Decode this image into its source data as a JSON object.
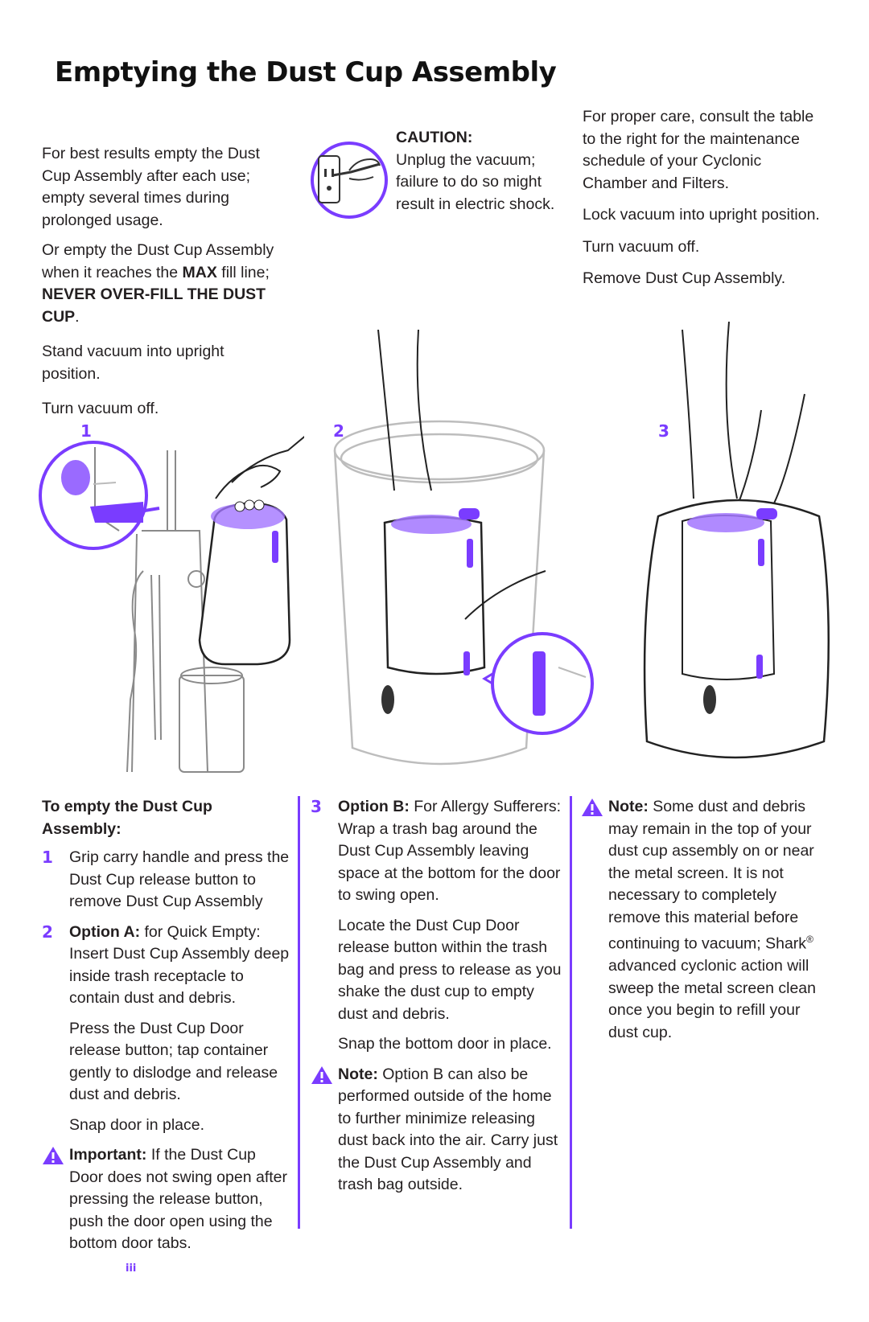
{
  "title": "Emptying the Dust Cup Assembly",
  "intro": {
    "p1": "For best results empty the Dust Cup Assembly after each use; empty several times during prolonged usage.",
    "p2_pre": "Or empty the Dust Cup Assembly when it reaches the ",
    "p2_bold": "MAX",
    "p2_post": " fill line;",
    "p2_caps": "NEVER OVER-FILL THE DUST CUP",
    "p2_end": ".",
    "p3": "Stand vacuum into upright position.",
    "p4": "Turn vacuum off."
  },
  "caution": {
    "heading": "CAUTION:",
    "text": "Unplug the vacuum; failure to do so might result in electric shock."
  },
  "right_intro": {
    "p1": "For proper care, consult the table to the right for the maintenance schedule of your Cyclonic Chamber and Filters.",
    "p2": "Lock vacuum into upright position.",
    "p3": "Turn vacuum off.",
    "p4": "Remove Dust Cup Assembly."
  },
  "figures": {
    "step1": "1",
    "step2": "2",
    "step3": "3"
  },
  "col1": {
    "heading": "To empty the Dust Cup Assembly:",
    "item1_num": "1",
    "item1": "Grip carry handle and press the Dust Cup release button to remove Dust Cup Assembly",
    "item2_num": "2",
    "item2_label": "Option A:",
    "item2_text": " for Quick Empty: Insert Dust Cup Assembly deep inside trash receptacle to contain dust and debris.",
    "item2_p2": "Press the Dust Cup Door release button; tap container gently to dislodge and release dust and debris.",
    "item2_p3": "Snap door in place.",
    "important_label": "Important:",
    "important_text": " If the Dust Cup Door does not swing open after pressing the release button, push the door open using the bottom door tabs."
  },
  "col2": {
    "item3_num": "3",
    "item3_label": "Option B:",
    "item3_text": " For Allergy Sufferers: Wrap a trash bag around the Dust Cup Assembly leaving space at the bottom for the door to swing open.",
    "item3_p2": "Locate the Dust Cup Door release button within the trash bag and press to release as you shake the dust cup to empty dust and debris.",
    "item3_p3": "Snap the bottom door in place.",
    "note_label": "Note:",
    "note_text": " Option B can also be performed outside of the home to further minimize releasing dust back into the air. Carry just the Dust Cup Assembly and trash bag outside."
  },
  "col3": {
    "note_label": "Note:",
    "note_text_a": " Some dust and debris may remain in the top of your dust cup assembly on or near the metal screen. It is not necessary to completely remove this material before continuing to vacuum; Shark",
    "note_reg": "®",
    "note_text_b": " advanced cyclonic action will sweep the metal screen clean once you begin to refill your dust cup."
  },
  "page_number": "iii",
  "colors": {
    "accent": "#7a3cff",
    "text": "#231f20",
    "line": "#6b6b6b"
  }
}
